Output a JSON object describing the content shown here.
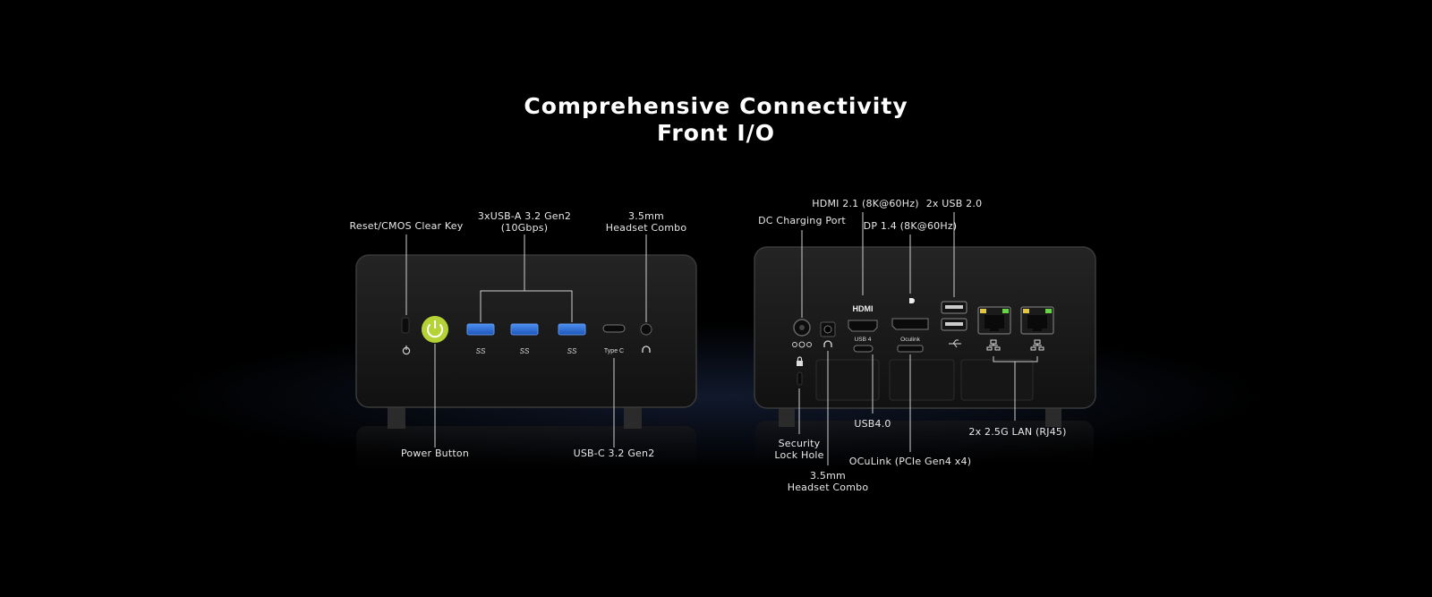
{
  "heading": {
    "line1": "Comprehensive Connectivity",
    "line2": "Front I/O"
  },
  "front_labels": {
    "reset": "Reset/CMOS Clear Key",
    "usb_a_line1": "3xUSB-A 3.2 Gen2",
    "usb_a_line2": "(10Gbps)",
    "headset_line1": "3.5mm",
    "headset_line2": "Headset Combo",
    "power": "Power Button",
    "usb_c": "USB-C 3.2 Gen2"
  },
  "rear_labels": {
    "hdmi": "HDMI 2.1 (8K@60Hz)",
    "usb20": "2x USB 2.0",
    "dc": "DC Charging Port",
    "dp": "DP 1.4 (8K@60Hz)",
    "usb4": "USB4.0",
    "lan": "2x 2.5G LAN (RJ45)",
    "security_line1": "Security",
    "security_line2": "Lock Hole",
    "oculink": "OCuLink (PCIe Gen4 x4)",
    "headset_line1": "3.5mm",
    "headset_line2": "Headset Combo"
  },
  "port_markings": {
    "usb_ss": "SS",
    "type_c": "Type C",
    "hdmi_logo": "HDMI",
    "usb4_mark": "USB 4",
    "oculink_mark": "Oculink"
  },
  "colors": {
    "background": "#000000",
    "power_button": "#b5d334",
    "usb_port_blue": "#2f6fd6",
    "device_body": "#1a1a1a",
    "lan_led_yellow": "#e5c53a",
    "lan_led_green": "#6bd04a"
  }
}
